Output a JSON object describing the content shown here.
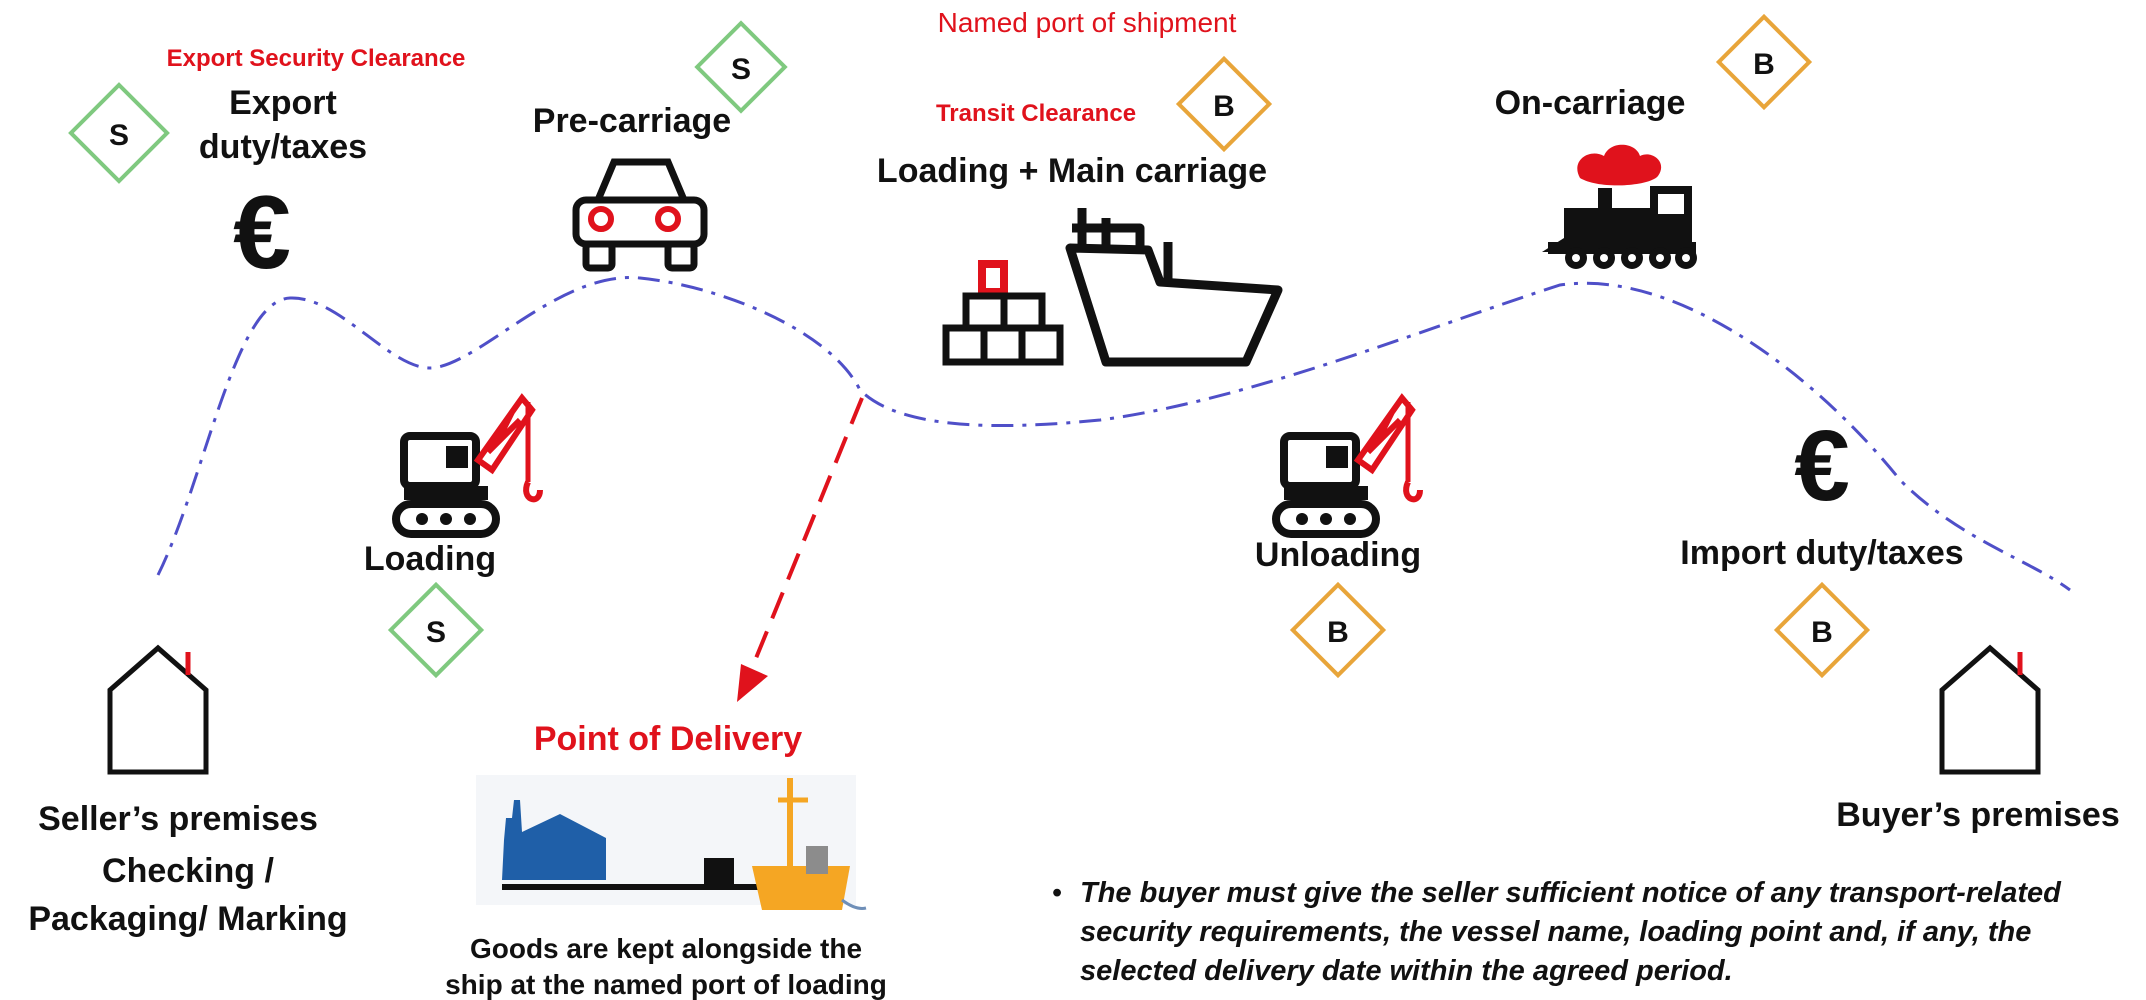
{
  "header": {
    "port_label": "Named port of shipment"
  },
  "colors": {
    "seller": "#7fc97f",
    "buyer": "#e8a53a",
    "red": "#e0121c",
    "route": "#4f4fc8",
    "ship_blue": "#1f5fa8",
    "boat_orange": "#f5a623"
  },
  "icons": [
    "house-icon",
    "euro-icon",
    "car-icon",
    "crane-icon",
    "cargo-boxes-icon",
    "ship-icon",
    "train-icon",
    "port-scene-icon"
  ],
  "seller_side": {
    "export_security": "Export Security Clearance",
    "export_duty_line1": "Export",
    "export_duty_line2": "duty/taxes",
    "euro": "€",
    "pre_carriage": "Pre-carriage",
    "loading": "Loading",
    "premises": "Seller’s premises",
    "checking_line1": "Checking /",
    "checking_line2": "Packaging/ Marking"
  },
  "main": {
    "transit_clearance": "Transit Clearance",
    "loading_main_carriage": "Loading + Main carriage",
    "point_of_delivery": "Point of Delivery",
    "goods_line1": "Goods are kept alongside the",
    "goods_line2": "ship at the named port of loading"
  },
  "buyer_side": {
    "on_carriage": "On-carriage",
    "unloading": "Unloading",
    "euro": "€",
    "import_duty": "Import duty/taxes",
    "premises": "Buyer’s premises"
  },
  "badges": {
    "seller_letter": "S",
    "buyer_letter": "B",
    "export_duty": "S",
    "pre_carriage": "S",
    "loading": "S",
    "main_carriage": "B",
    "on_carriage": "B",
    "unloading": "B",
    "import_duty": "B"
  },
  "note": {
    "bullet": "•",
    "text": "The buyer must give the seller sufficient notice of any transport-related security requirements, the vessel name, loading point and, if any, the selected delivery date within the agreed period."
  }
}
